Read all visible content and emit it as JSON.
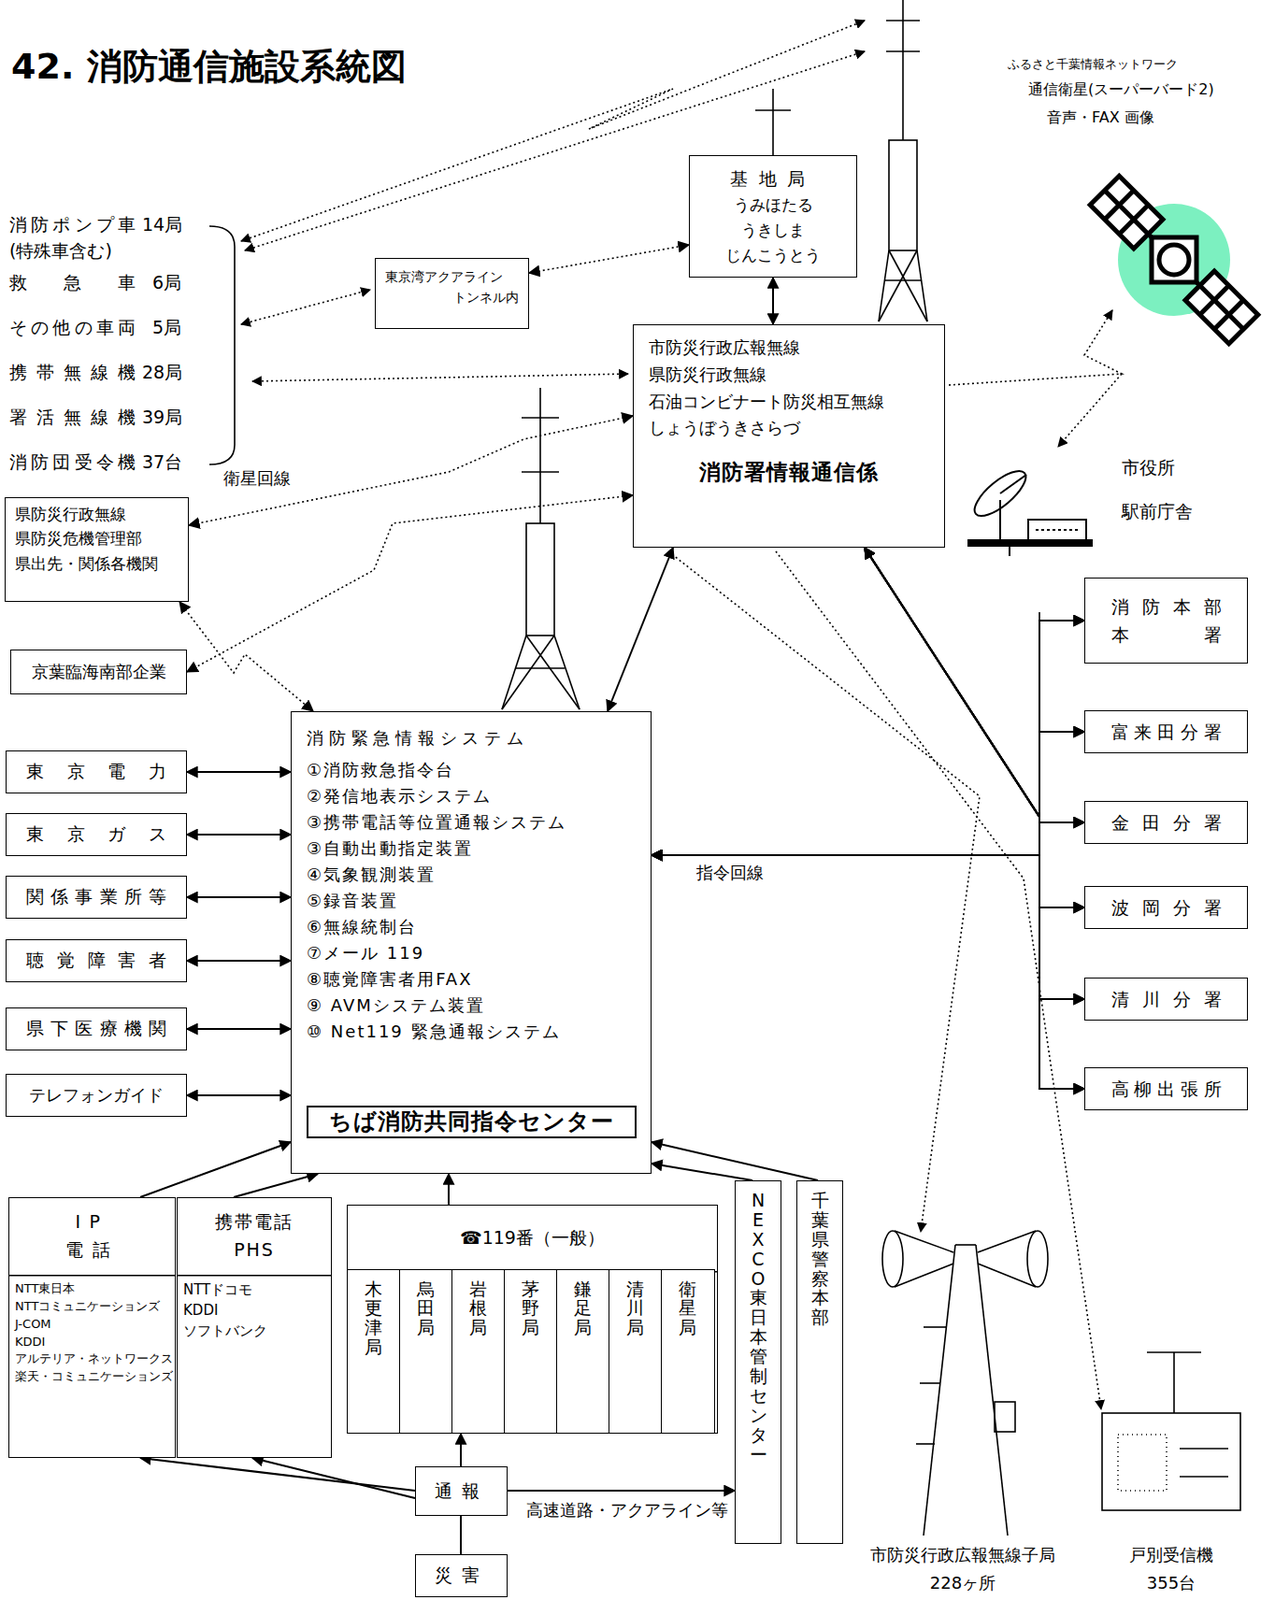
{
  "diagram": {
    "title": "42. 消防通信施設系統図",
    "nodes": [
      {
        "text": [
          "基地局",
          "うみほたる",
          "うきしま",
          "じんこうとう"
        ]
      },
      {
        "text": [
          "東京湾アクアライン",
          "トンネル内"
        ]
      },
      {
        "text": [
          "市防災行政広報無線",
          "県防災行政無線",
          "石油コンビナート防災相互無線",
          "しょうぼうきさらづ",
          "消防署情報通信係"
        ]
      },
      {
        "text": [
          "県防災行政無線",
          "県防災危機管理部",
          "県出先・関係各機関"
        ]
      },
      {
        "text": [
          "京葉臨海南部企業"
        ]
      },
      {
        "text": [
          "東京電力"
        ]
      },
      {
        "text": [
          "東京ガス"
        ]
      },
      {
        "text": [
          "関係事業所等"
        ]
      },
      {
        "text": [
          "聴覚障害者"
        ]
      },
      {
        "text": [
          "県下医療機関"
        ]
      },
      {
        "text": [
          "テレフォンガイド"
        ]
      },
      {
        "text": [
          "消防緊急情報システム",
          "①消防救急指令台",
          "②発信地表示システム",
          "③携帯電話等位置通報システム",
          "③自動出動指定装置",
          "④気象観測装置",
          "⑤録音装置",
          "⑥無線統制台",
          "⑦メール 119",
          "⑧聴覚障害者用FAX",
          "⑨ AVMシステム装置",
          "⑩ Net119 緊急通報システム"
        ]
      },
      {
        "text": [
          "ちば消防共同指令センター"
        ],
        "in": 11
      },
      {
        "text": [
          "消防本部",
          "本署"
        ]
      },
      {
        "text": [
          "富来田分署"
        ]
      },
      {
        "text": [
          "金田分署"
        ]
      },
      {
        "text": [
          "波岡分署"
        ]
      },
      {
        "text": [
          "清川分署"
        ]
      },
      {
        "text": [
          "高柳出張所"
        ]
      },
      {
        "text": [
          "IP 電話",
          "NTT東日本",
          "NTTコミュニケーションズ",
          "J-COM",
          "KDDI",
          "アルテリア・ネットワークス",
          "楽天・コミュニケーションズ"
        ]
      },
      {
        "text": [
          "携帯電話 PHS",
          "NTTドコモ",
          "KDDI",
          "ソフトバンク"
        ]
      },
      {
        "text": [
          "☎119番（一般）"
        ]
      },
      {
        "text": [
          "木更津局"
        ],
        "in": 21
      },
      {
        "text": [
          "烏田局"
        ],
        "in": 21
      },
      {
        "text": [
          "岩根局"
        ],
        "in": 21
      },
      {
        "text": [
          "茅野局"
        ],
        "in": 21
      },
      {
        "text": [
          "鎌足局"
        ],
        "in": 21
      },
      {
        "text": [
          "清川局"
        ],
        "in": 21
      },
      {
        "text": [
          "衛星局"
        ],
        "in": 21
      },
      {
        "text": [
          "NEXCO東日本管制センター"
        ]
      },
      {
        "text": [
          "千葉県警察本部"
        ]
      },
      {
        "text": [
          "通報"
        ]
      },
      {
        "text": [
          "災害"
        ]
      }
    ],
    "edges": [
      {
        "from": 0,
        "to": 2,
        "arrow": "both"
      },
      {
        "from": 1,
        "to": 0,
        "arrow": "both"
      },
      {
        "from": 2,
        "to": 3,
        "label": "衛星回線",
        "arrow": "both"
      },
      {
        "from": 2,
        "to": 4,
        "arrow": "both"
      },
      {
        "from": 3,
        "to": 11,
        "arrow": "both"
      },
      {
        "from": 5,
        "to": 11,
        "arrow": "both"
      },
      {
        "from": 6,
        "to": 11,
        "arrow": "both"
      },
      {
        "from": 7,
        "to": 11,
        "arrow": "both"
      },
      {
        "from": 8,
        "to": 11,
        "arrow": "both"
      },
      {
        "from": 9,
        "to": 11,
        "arrow": "both"
      },
      {
        "from": 10,
        "to": 11,
        "arrow": "both"
      },
      {
        "from": 2,
        "to": 11,
        "arrow": "both"
      },
      {
        "from": 11,
        "to": 13,
        "label": "指令回線",
        "arrow": "both"
      },
      {
        "from": 11,
        "to": 14,
        "arrow": "both"
      },
      {
        "from": 11,
        "to": 15,
        "arrow": "both"
      },
      {
        "from": 11,
        "to": 16,
        "arrow": "both"
      },
      {
        "from": 11,
        "to": 17,
        "arrow": "both"
      },
      {
        "from": 11,
        "to": 18,
        "arrow": "both"
      },
      {
        "from": 2,
        "to": 13,
        "arrow": "both"
      },
      {
        "from": 2,
        "to": 14,
        "arrow": "both"
      },
      {
        "from": 2,
        "to": 15,
        "arrow": "both"
      },
      {
        "from": 2,
        "to": 16,
        "arrow": "both"
      },
      {
        "from": 2,
        "to": 17,
        "arrow": "both"
      },
      {
        "from": 2,
        "to": 18,
        "arrow": "both"
      },
      {
        "from": 19,
        "to": 11,
        "arrow": "to"
      },
      {
        "from": 20,
        "to": 11,
        "arrow": "to"
      },
      {
        "from": 21,
        "to": 11,
        "arrow": "to"
      },
      {
        "from": 29,
        "to": 11,
        "arrow": "to"
      },
      {
        "from": 30,
        "to": 11,
        "arrow": "to"
      },
      {
        "from": 31,
        "to": 19,
        "arrow": "to"
      },
      {
        "from": 31,
        "to": 20,
        "arrow": "to"
      },
      {
        "from": 31,
        "to": 21,
        "arrow": "to"
      },
      {
        "from": 31,
        "to": 29,
        "label": "高速道路・アクアライン等",
        "arrow": "to"
      },
      {
        "from": 32,
        "to": 31,
        "arrow": "none"
      }
    ],
    "labels": [
      "消防ポンプ車",
      "14局",
      "(特殊車含む)",
      "救急車",
      "6局",
      "その他の車両",
      "5局",
      "携帯無線機",
      "28局",
      "署活無線機",
      "39局",
      "消防団受令機",
      "37台",
      "ふるさと千葉情報ネットワーク",
      "通信衛星(スーパーバード2)",
      "音声・FAX 画像",
      "市役所",
      "駅前庁舎",
      "市防災行政広報無線子局",
      "228ヶ所",
      "戸別受信機",
      "355台"
    ]
  }
}
